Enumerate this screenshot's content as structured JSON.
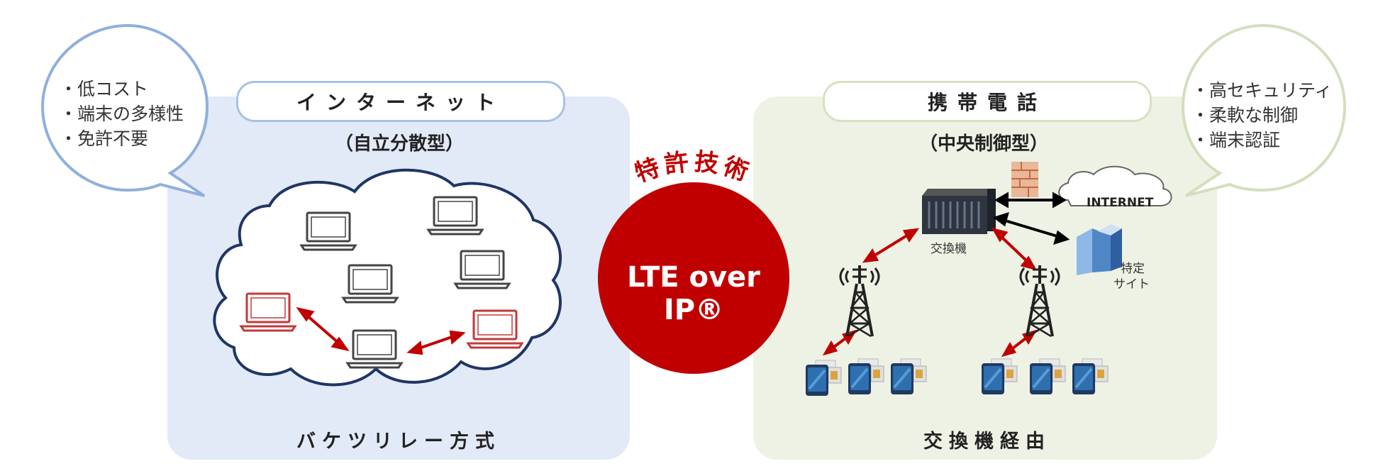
{
  "left": {
    "heading": "インターネット",
    "subtitle": "（自立分散型）",
    "footer": "バケツリレー方式",
    "bubble": [
      "・低コスト",
      "・端末の多様性",
      "・免許不要"
    ]
  },
  "right": {
    "heading": "携帯電話",
    "subtitle": "（中央制御型）",
    "footer": "交換機経由",
    "bubble": [
      "・高セキュリティ",
      "・柔軟な制御",
      "・端末認証"
    ],
    "switch_label": "交換機",
    "internet_label": "INTERNET",
    "site_label_1": "特定",
    "site_label_2": "サイト"
  },
  "center": {
    "label": "LTE over IP®",
    "arc_label": "特許技術"
  },
  "colors": {
    "accent_red": "#c00000",
    "left_panel": "#e2eaf7",
    "right_panel": "#eef2e4",
    "cloud_outline": "#1f3564",
    "phone_blue": "#1f4e79"
  }
}
